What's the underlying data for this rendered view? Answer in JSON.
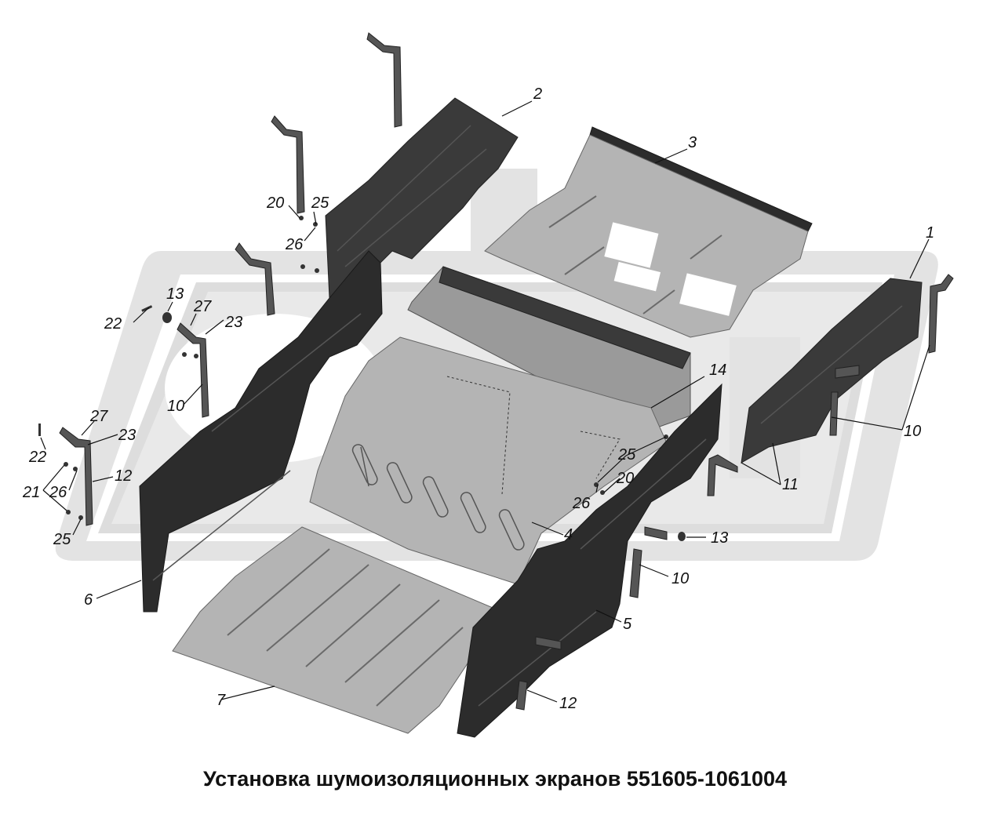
{
  "caption": "Установка шумоизоляционных экранов 551605-1061004",
  "callouts": [
    {
      "id": "c1",
      "label": "1"
    },
    {
      "id": "c2",
      "label": "2"
    },
    {
      "id": "c3",
      "label": "3"
    },
    {
      "id": "c4",
      "label": "4"
    },
    {
      "id": "c5",
      "label": "5"
    },
    {
      "id": "c6",
      "label": "6"
    },
    {
      "id": "c7",
      "label": "7"
    },
    {
      "id": "c10a",
      "label": "10"
    },
    {
      "id": "c10b",
      "label": "10"
    },
    {
      "id": "c10c",
      "label": "10"
    },
    {
      "id": "c11",
      "label": "11"
    },
    {
      "id": "c12a",
      "label": "12"
    },
    {
      "id": "c12b",
      "label": "12"
    },
    {
      "id": "c13a",
      "label": "13"
    },
    {
      "id": "c13b",
      "label": "13"
    },
    {
      "id": "c14",
      "label": "14"
    },
    {
      "id": "c20a",
      "label": "20"
    },
    {
      "id": "c20b",
      "label": "20"
    },
    {
      "id": "c21",
      "label": "21"
    },
    {
      "id": "c22a",
      "label": "22"
    },
    {
      "id": "c22b",
      "label": "22"
    },
    {
      "id": "c23a",
      "label": "23"
    },
    {
      "id": "c23b",
      "label": "23"
    },
    {
      "id": "c25a",
      "label": "25"
    },
    {
      "id": "c25b",
      "label": "25"
    },
    {
      "id": "c25c",
      "label": "25"
    },
    {
      "id": "c26a",
      "label": "26"
    },
    {
      "id": "c26b",
      "label": "26"
    },
    {
      "id": "c26c",
      "label": "26"
    },
    {
      "id": "c27a",
      "label": "27"
    },
    {
      "id": "c27b",
      "label": "27"
    }
  ]
}
